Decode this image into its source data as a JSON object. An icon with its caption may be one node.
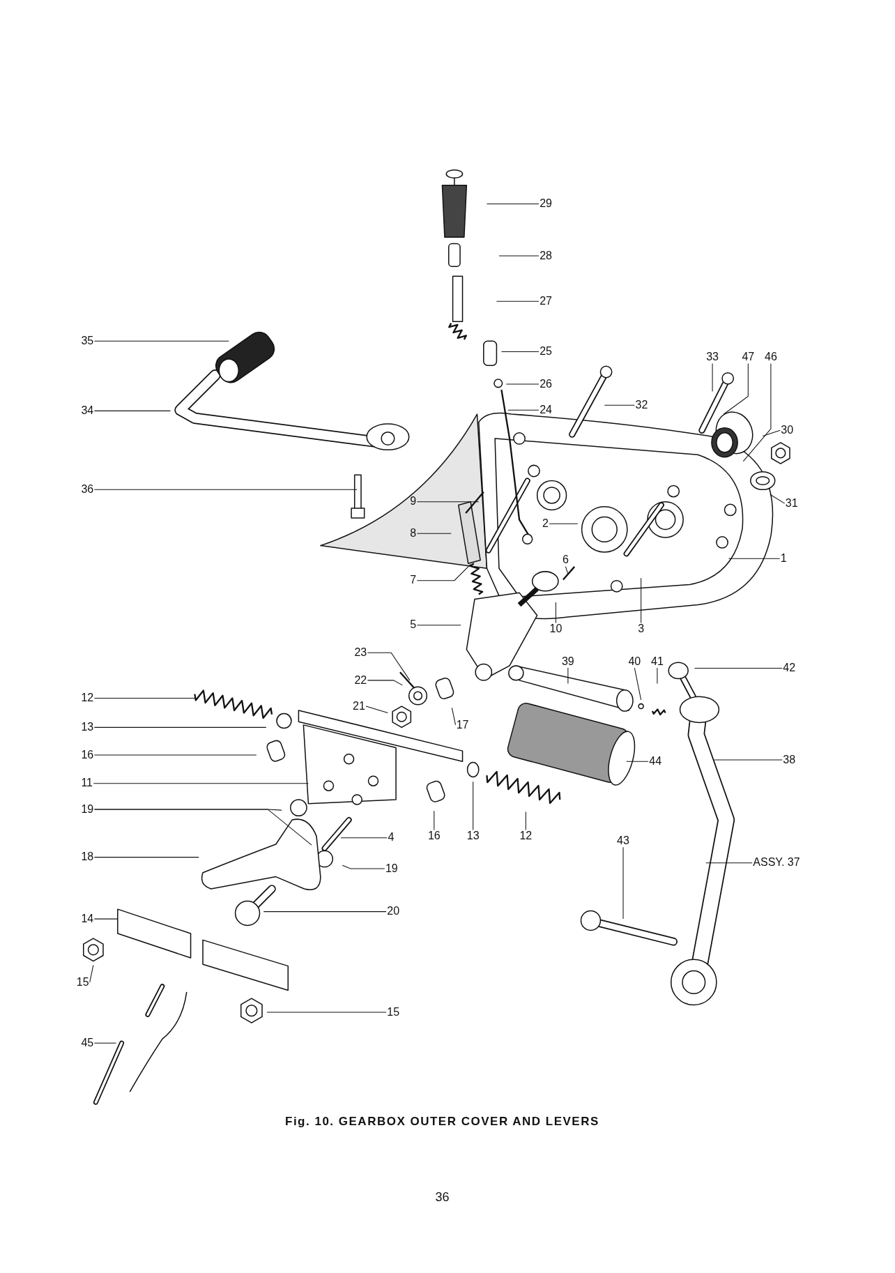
{
  "diagram": {
    "caption": "Fig. 10. GEARBOX OUTER COVER AND LEVERS",
    "nodes": [
      {
        "text": [
          "29"
        ]
      },
      {
        "text": [
          "28"
        ]
      },
      {
        "text": [
          "27"
        ]
      },
      {
        "text": [
          "35"
        ]
      },
      {
        "text": [
          "25"
        ]
      },
      {
        "text": [
          "33"
        ]
      },
      {
        "text": [
          "47"
        ]
      },
      {
        "text": [
          "46"
        ]
      },
      {
        "text": [
          "26"
        ]
      },
      {
        "text": [
          "34"
        ]
      },
      {
        "text": [
          "24"
        ]
      },
      {
        "text": [
          "32"
        ]
      },
      {
        "text": [
          "30"
        ]
      },
      {
        "text": [
          "36"
        ]
      },
      {
        "text": [
          "31"
        ]
      },
      {
        "text": [
          "9"
        ]
      },
      {
        "text": [
          "2"
        ]
      },
      {
        "text": [
          "8"
        ]
      },
      {
        "text": [
          "1"
        ]
      },
      {
        "text": [
          "6"
        ]
      },
      {
        "text": [
          "7"
        ]
      },
      {
        "text": [
          "5"
        ]
      },
      {
        "text": [
          "10"
        ]
      },
      {
        "text": [
          "3"
        ]
      },
      {
        "text": [
          "23"
        ]
      },
      {
        "text": [
          "39"
        ]
      },
      {
        "text": [
          "40"
        ]
      },
      {
        "text": [
          "41"
        ]
      },
      {
        "text": [
          "42"
        ]
      },
      {
        "text": [
          "22"
        ]
      },
      {
        "text": [
          "12"
        ]
      },
      {
        "text": [
          "21"
        ]
      },
      {
        "text": [
          "17"
        ]
      },
      {
        "text": [
          "13"
        ]
      },
      {
        "text": [
          "16"
        ]
      },
      {
        "text": [
          "38"
        ]
      },
      {
        "text": [
          "44"
        ]
      },
      {
        "text": [
          "11"
        ]
      },
      {
        "text": [
          "19"
        ]
      },
      {
        "text": [
          "16"
        ]
      },
      {
        "text": [
          "13"
        ]
      },
      {
        "text": [
          "12"
        ]
      },
      {
        "text": [
          "4"
        ]
      },
      {
        "text": [
          "43"
        ]
      },
      {
        "text": [
          "18"
        ]
      },
      {
        "text": [
          "19"
        ]
      },
      {
        "text": [
          "ASSY. 37"
        ]
      },
      {
        "text": [
          "20"
        ]
      },
      {
        "text": [
          "14"
        ]
      },
      {
        "text": [
          "15"
        ]
      },
      {
        "text": [
          "15"
        ]
      },
      {
        "text": [
          "45"
        ]
      }
    ],
    "edges": [
      {
        "from": 0,
        "to": null,
        "arrow": "none"
      },
      {
        "from": 1,
        "to": null,
        "arrow": "none"
      },
      {
        "from": 2,
        "to": null,
        "arrow": "none"
      },
      {
        "from": 3,
        "to": null,
        "arrow": "none"
      },
      {
        "from": 4,
        "to": null,
        "arrow": "none"
      },
      {
        "from": 5,
        "to": null,
        "arrow": "none"
      },
      {
        "from": 6,
        "to": null,
        "arrow": "none"
      },
      {
        "from": 7,
        "to": null,
        "arrow": "none"
      },
      {
        "from": 8,
        "to": null,
        "arrow": "none"
      },
      {
        "from": 9,
        "to": null,
        "arrow": "none"
      },
      {
        "from": 10,
        "to": null,
        "arrow": "none"
      },
      {
        "from": 11,
        "to": null,
        "arrow": "none"
      },
      {
        "from": 12,
        "to": null,
        "arrow": "none"
      },
      {
        "from": 13,
        "to": null,
        "arrow": "none"
      },
      {
        "from": 14,
        "to": null,
        "arrow": "none"
      },
      {
        "from": 15,
        "to": null,
        "arrow": "none"
      },
      {
        "from": 16,
        "to": null,
        "arrow": "none"
      },
      {
        "from": 17,
        "to": null,
        "arrow": "none"
      },
      {
        "from": 18,
        "to": null,
        "arrow": "none"
      },
      {
        "from": 19,
        "to": null,
        "arrow": "none"
      },
      {
        "from": 20,
        "to": null,
        "arrow": "none"
      },
      {
        "from": 21,
        "to": null,
        "arrow": "none"
      },
      {
        "from": 22,
        "to": null,
        "arrow": "none"
      },
      {
        "from": 23,
        "to": null,
        "arrow": "none"
      },
      {
        "from": 24,
        "to": null,
        "arrow": "none"
      },
      {
        "from": 25,
        "to": null,
        "arrow": "none"
      },
      {
        "from": 26,
        "to": null,
        "arrow": "none"
      },
      {
        "from": 27,
        "to": null,
        "arrow": "none"
      },
      {
        "from": 28,
        "to": null,
        "arrow": "none"
      },
      {
        "from": 29,
        "to": null,
        "arrow": "none"
      },
      {
        "from": 30,
        "to": null,
        "arrow": "none"
      },
      {
        "from": 31,
        "to": null,
        "arrow": "none"
      },
      {
        "from": 32,
        "to": null,
        "arrow": "none"
      },
      {
        "from": 33,
        "to": null,
        "arrow": "none"
      },
      {
        "from": 34,
        "to": null,
        "arrow": "none"
      },
      {
        "from": 35,
        "to": null,
        "arrow": "none"
      },
      {
        "from": 36,
        "to": null,
        "arrow": "none"
      },
      {
        "from": 37,
        "to": null,
        "arrow": "none"
      },
      {
        "from": 38,
        "to": null,
        "arrow": "none"
      },
      {
        "from": 38,
        "to": null,
        "arrow": "none"
      },
      {
        "from": 39,
        "to": null,
        "arrow": "none"
      },
      {
        "from": 40,
        "to": null,
        "arrow": "none"
      },
      {
        "from": 41,
        "to": null,
        "arrow": "none"
      },
      {
        "from": 42,
        "to": null,
        "arrow": "none"
      },
      {
        "from": 43,
        "to": null,
        "arrow": "none"
      },
      {
        "from": 44,
        "to": null,
        "arrow": "none"
      },
      {
        "from": 45,
        "to": null,
        "arrow": "none"
      },
      {
        "from": 46,
        "to": null,
        "arrow": "none"
      },
      {
        "from": 47,
        "to": null,
        "arrow": "none"
      },
      {
        "from": 48,
        "to": null,
        "arrow": "none"
      },
      {
        "from": 49,
        "to": null,
        "arrow": "none"
      },
      {
        "from": 50,
        "to": null,
        "arrow": "none"
      },
      {
        "from": 51,
        "to": null,
        "arrow": "none"
      }
    ],
    "labels": [
      "36"
    ]
  }
}
